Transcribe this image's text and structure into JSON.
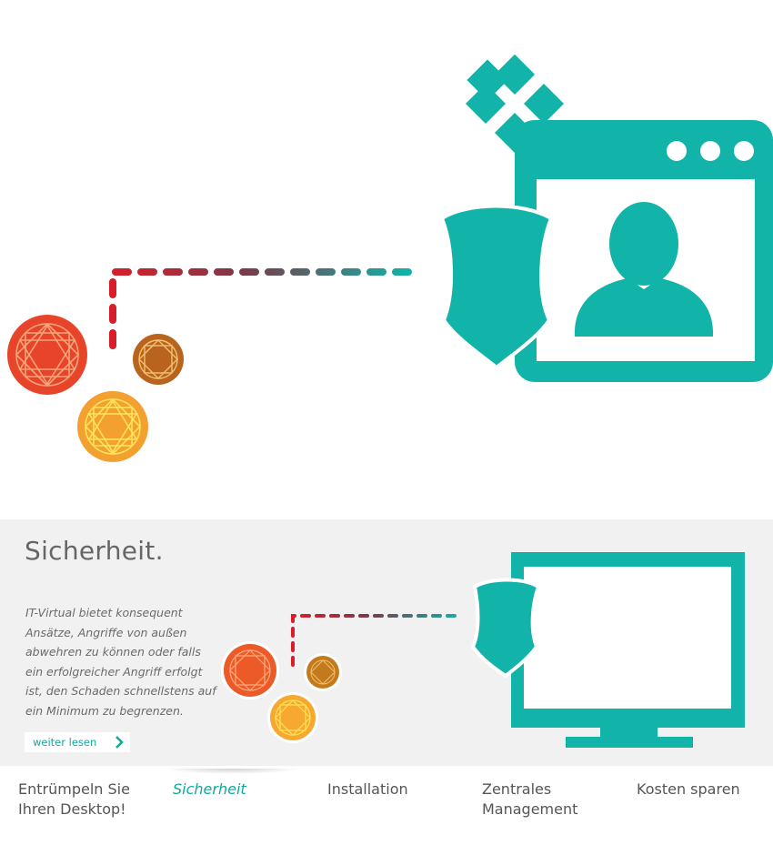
{
  "colors": {
    "teal": "#12b3a8",
    "teal_dark": "#0fa99e",
    "red_dash": "#d81e2a",
    "panel_bg": "#f1f1f1",
    "orb_red": "#e8442a",
    "orb_brown": "#b9641e",
    "orb_orange": "#f4a030"
  },
  "icons": [
    "windows-logo-icon",
    "browser-window-icon",
    "user-icon",
    "shield-icon",
    "virus-orb-icon",
    "monitor-icon",
    "chevron-right-icon"
  ],
  "panel": {
    "title": "Sicherheit.",
    "text": "IT-Virtual bietet konsequent Ansätze, Angriffe von außen abwehren zu können oder falls ein erfolgreicher Angriff erfolgt ist, den Schaden schnellstens auf ein Minimum zu begrenzen.",
    "more_label": "weiter lesen"
  },
  "nav": {
    "items": [
      {
        "label": "Entrümpeln Sie Ihren Desktop!",
        "active": false
      },
      {
        "label": "Sicherheit",
        "active": true
      },
      {
        "label": "Installation",
        "active": false
      },
      {
        "label": "Zentrales Management",
        "active": false
      },
      {
        "label": "Kosten sparen",
        "active": false
      }
    ]
  }
}
